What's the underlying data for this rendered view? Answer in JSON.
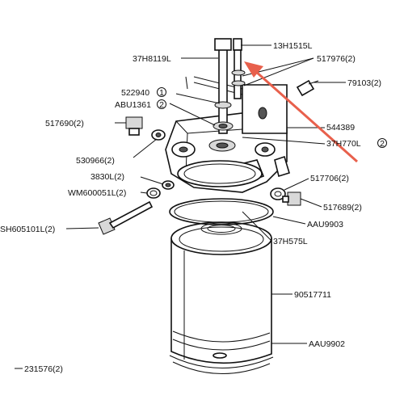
{
  "colors": {
    "ink": "#111111",
    "arrow": "#e8604c",
    "background": "#ffffff"
  },
  "labels": {
    "l13H1515L": "13H1515L",
    "l37H8119L": "37H8119L",
    "l517976": "517976(2)",
    "l79103": "79103(2)",
    "l522940": "522940",
    "lABU1361": "ABU1361",
    "l517690": "517690(2)",
    "l544389": "544389",
    "l37H770L": "37H770L",
    "l530966": "530966(2)",
    "l3830L": "3830L(2)",
    "l517706": "517706(2)",
    "lWM600051L": "WM600051L(2)",
    "l517689": "517689(2)",
    "lAAU9903": "AAU9903",
    "lSH605101L": "SH605101L(2)",
    "l37H575L": "37H575L",
    "l90517711": "90517711",
    "lAAU9902": "AAU9902",
    "l231576": "231576(2)",
    "n1": "1",
    "n2a": "2",
    "n2b": "2"
  }
}
